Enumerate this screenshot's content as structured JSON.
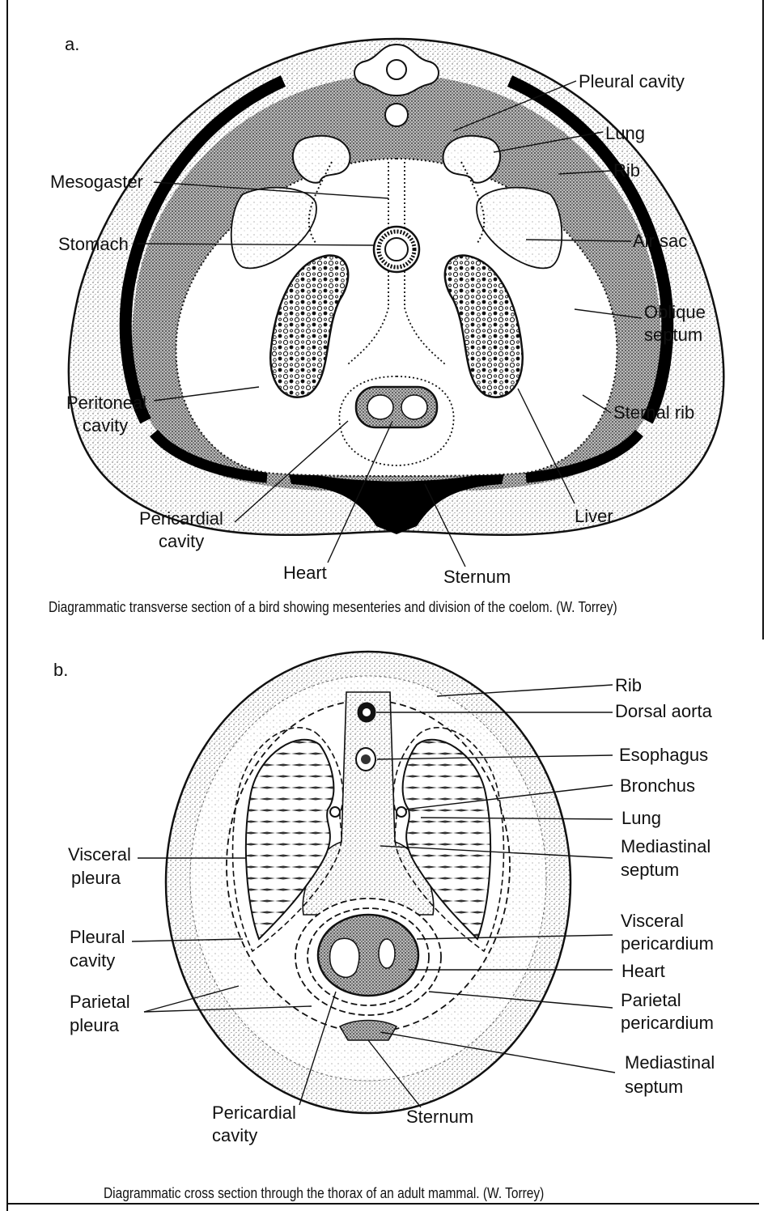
{
  "panel_a": {
    "letter": "a.",
    "labels": {
      "pleural_cavity": "Pleural cavity",
      "lung": "Lung",
      "rib": "Rib",
      "mesogaster": "Mesogaster",
      "stomach": "Stomach",
      "air_sac": "Air sac",
      "oblique_septum_1": "Oblique",
      "oblique_septum_2": "septum",
      "peritoneal_cavity_1": "Peritoneal",
      "peritoneal_cavity_2": "cavity",
      "sternal_rib": "Sternal rib",
      "pericardial_cavity_1": "Pericardial",
      "pericardial_cavity_2": "cavity",
      "liver": "Liver",
      "heart": "Heart",
      "sternum": "Sternum"
    },
    "caption": "Diagrammatic transverse section of a bird showing mesenteries and division of the coelom. (W. Torrey)"
  },
  "panel_b": {
    "letter": "b.",
    "labels": {
      "rib": "Rib",
      "dorsal_aorta": "Dorsal aorta",
      "esophagus": "Esophagus",
      "bronchus": "Bronchus",
      "lung": "Lung",
      "mediastinal_septum_1": "Mediastinal",
      "mediastinal_septum_2": "septum",
      "visceral_pleura_1": "Visceral",
      "visceral_pleura_2": "pleura",
      "pleural_cavity_1": "Pleural",
      "pleural_cavity_2": "cavity",
      "visceral_pericardium_1": "Visceral",
      "visceral_pericardium_2": "pericardium",
      "heart": "Heart",
      "parietal_pleura_1": "Parietal",
      "parietal_pleura_2": "pleura",
      "parietal_pericardium_1": "Parietal",
      "parietal_pericardium_2": "pericardium",
      "mediastinal_septum_low_1": "Mediastinal",
      "mediastinal_septum_low_2": "septum",
      "pericardial_cavity_1": "Pericardial",
      "pericardial_cavity_2": "cavity",
      "sternum": "Sternum"
    },
    "caption": "Diagrammatic cross section through the thorax of an adult mammal. (W. Torrey)"
  }
}
